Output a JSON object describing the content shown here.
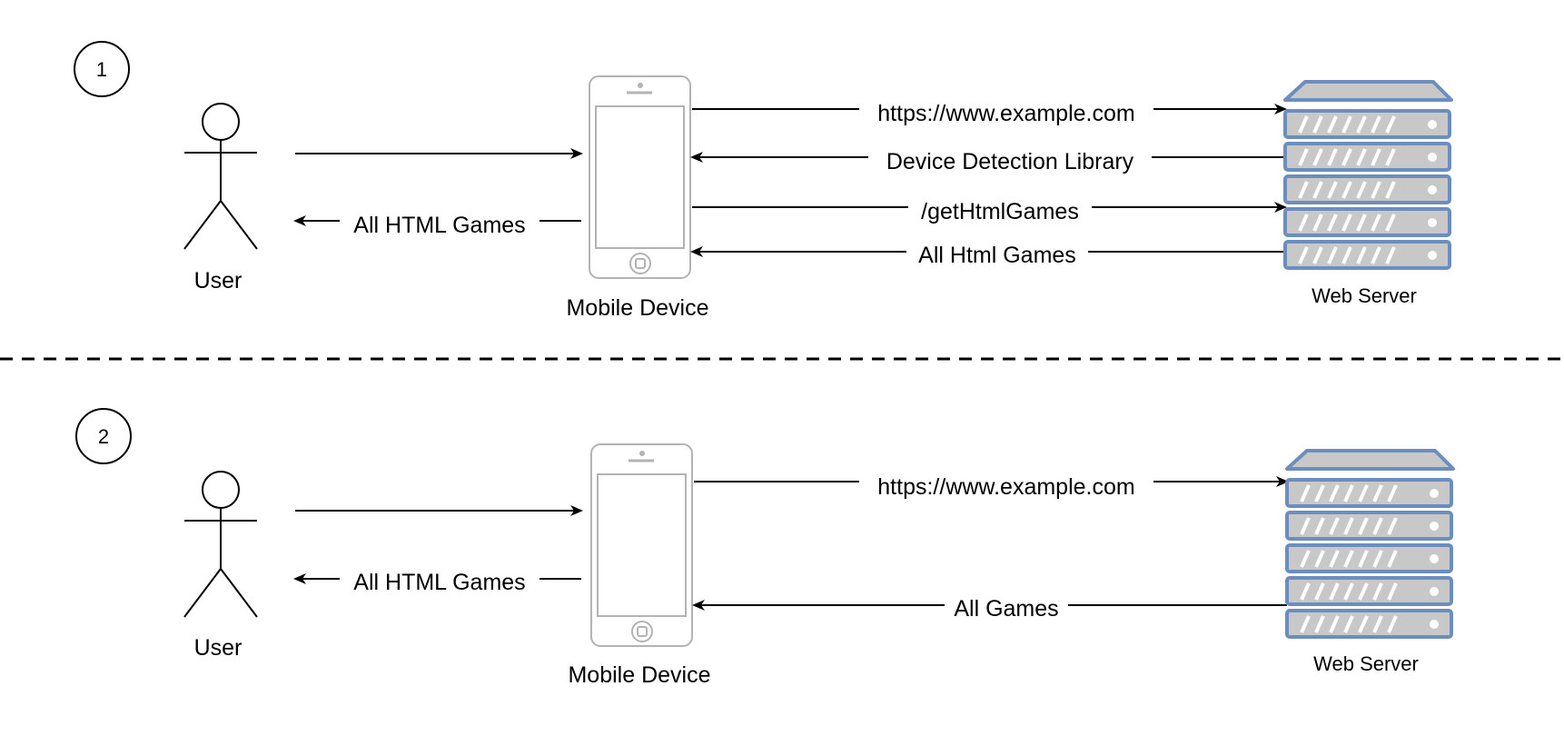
{
  "panels": [
    {
      "number": "1",
      "user_label": "User",
      "device_label": "Mobile Device",
      "server_label": "Web Server",
      "user_to_device": "",
      "device_to_user": "All HTML Games",
      "device_server_messages": [
        {
          "text": "https://www.example.com",
          "direction": "to-server"
        },
        {
          "text": "Device Detection Library",
          "direction": "to-device"
        },
        {
          "text": "/getHtmlGames",
          "direction": "to-server"
        },
        {
          "text": "All Html Games",
          "direction": "to-device"
        }
      ]
    },
    {
      "number": "2",
      "user_label": "User",
      "device_label": "Mobile Device",
      "server_label": "Web Server",
      "user_to_device": "",
      "device_to_user": "All HTML Games",
      "device_server_messages": [
        {
          "text": "https://www.example.com",
          "direction": "to-server"
        },
        {
          "text": "All Games",
          "direction": "to-device"
        }
      ]
    }
  ],
  "colors": {
    "line": "#000000",
    "device_outline": "#b3b3b3",
    "server_fill": "#c8c8c8",
    "server_stroke": "#6c8ebf",
    "divider": "#000000"
  }
}
